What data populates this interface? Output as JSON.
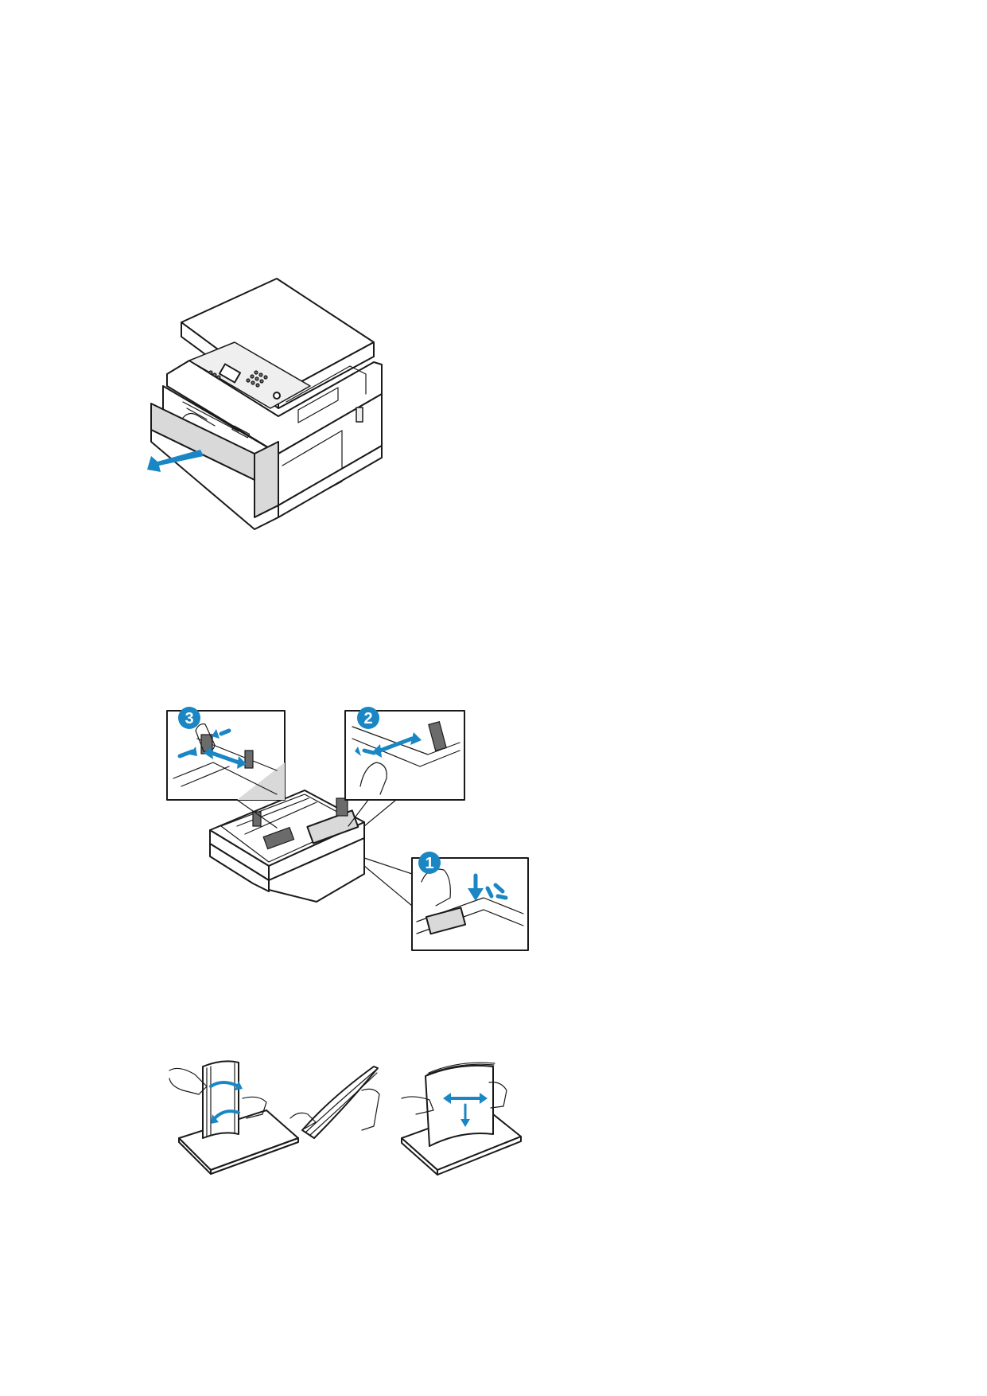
{
  "figures": {
    "printer": {
      "icon": "printer-tray-pull-out"
    },
    "tray_guides": {
      "icon": "paper-tray-guides",
      "steps": [
        "1",
        "2",
        "3"
      ]
    },
    "paper_prep": {
      "icons": [
        "flex-paper-stack",
        "fan-paper-stack",
        "straighten-paper-edges"
      ]
    }
  },
  "colors": {
    "accent": "#1a86c4",
    "line": "#1a1a1a",
    "shade": "#d9d9d9"
  }
}
